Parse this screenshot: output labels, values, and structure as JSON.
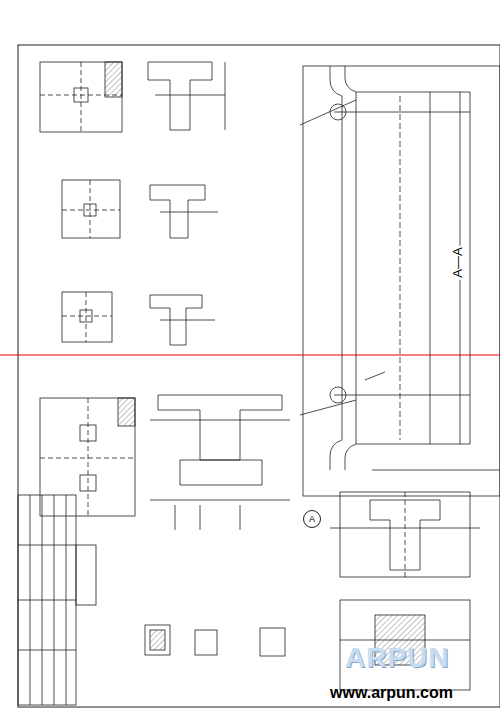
{
  "diagram": {
    "nodes": [
      {
        "text": [
          "A"
        ]
      }
    ],
    "labels": [
      "A—A",
      "ARPUN",
      "www.arpun.com"
    ]
  }
}
